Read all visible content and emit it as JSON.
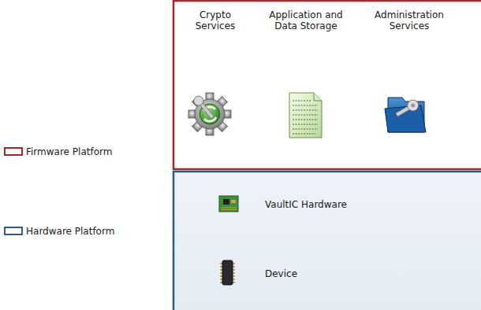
{
  "diagram": {
    "labels": [
      "Crypto Services",
      "Application and Data Storage",
      "Administration Services",
      "VaultIC Hardware",
      "Device"
    ],
    "legend": [
      {
        "text": "Firmware Platform",
        "color": "#a3282e"
      },
      {
        "text": "Hardware Platform",
        "color": "#2c5b86"
      }
    ]
  }
}
